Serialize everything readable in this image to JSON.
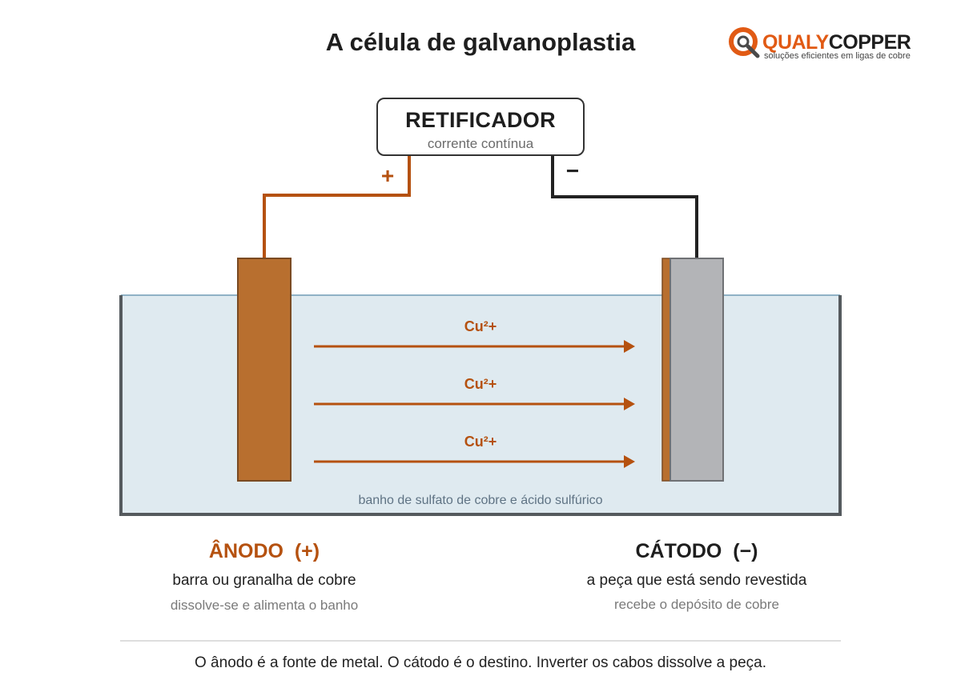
{
  "title": "A célula de galvanoplastia",
  "logo": {
    "word_a": "QUALY",
    "word_b": "COPPER",
    "tagline": "soluções eficientes em ligas de cobre",
    "icon": "q-copper-logo-icon"
  },
  "rectifier": {
    "title": "RETIFICADOR",
    "subtitle": "corrente contínua",
    "positive_sign": "+",
    "negative_sign": "−"
  },
  "ions": [
    {
      "label": "Cu²+"
    },
    {
      "label": "Cu²+"
    },
    {
      "label": "Cu²+"
    }
  ],
  "bath_label": "banho de sulfato de cobre e ácido sulfúrico",
  "anode": {
    "title": "ÂNODO  (+)",
    "description": "barra ou granalha de cobre",
    "note": "dissolve-se e alimenta o banho"
  },
  "cathode": {
    "title": "CÁTODO  (−)",
    "description": "a peça que está sendo revestida",
    "note": "recebe o depósito de cobre"
  },
  "footer": "O ânodo é a fonte de metal. O cátodo é o destino. Inverter os cabos dissolve a peça.",
  "colors": {
    "copper": "#b86f2f",
    "copper_text": "#b5510f",
    "cathode_gray": "#b3b4b7",
    "bath": "#dfeaf0",
    "tank_wall": "#555a5e",
    "dark": "#1e1e1e"
  }
}
